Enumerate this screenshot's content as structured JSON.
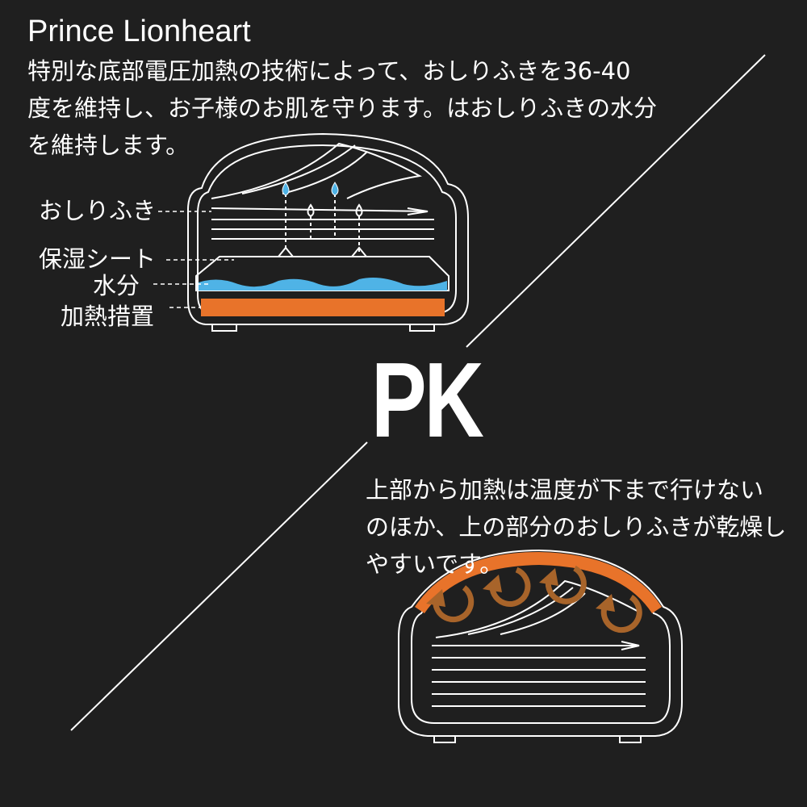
{
  "brand": "Prince Lionheart",
  "top_description": {
    "lines": [
      "特別な底部電圧加熱の技術によって、おしりふきを36-40",
      "度を維持し、お子様のお肌を守ります。はおしりふきの水分",
      "を維持します。"
    ]
  },
  "labels": {
    "wipes": "おしりふき",
    "sheet": "保湿シート",
    "water": "水分",
    "heater": "加熱措置"
  },
  "center_mark": "PK",
  "bottom_description": {
    "lines": [
      "上部から加熱は温度が下まで行けない",
      "のほか、上の部分のおしりふきが乾燥し",
      "やすいです。"
    ]
  },
  "colors": {
    "background": "#1f1f1f",
    "heater": "#e8732a",
    "water": "#4fb3e6",
    "arrow": "#a8642a",
    "line": "#ffffff"
  }
}
